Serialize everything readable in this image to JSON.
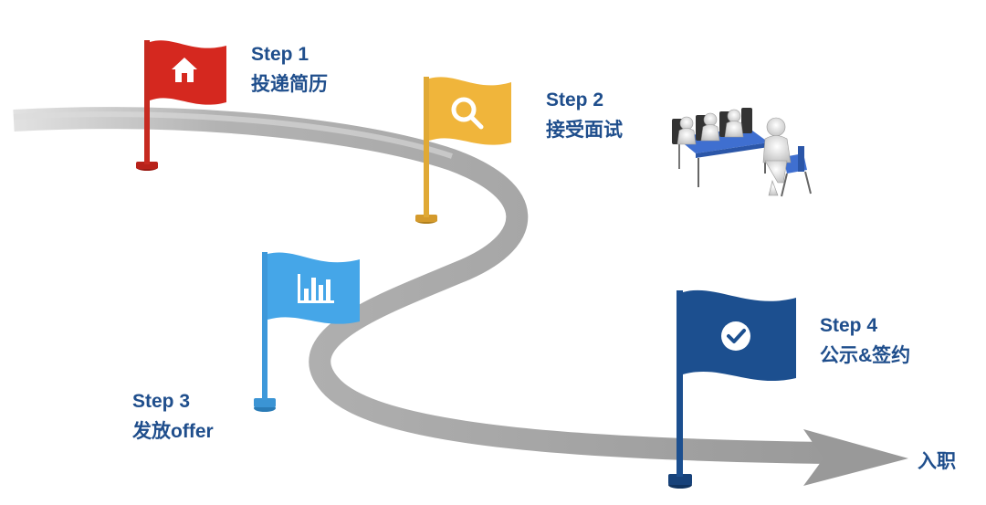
{
  "steps": [
    {
      "step": "Step 1",
      "title": "投递简历",
      "color": "#d5281f",
      "icon": "home-icon"
    },
    {
      "step": "Step 2",
      "title": "接受面试",
      "color": "#f0b53b",
      "icon": "search-icon"
    },
    {
      "step": "Step 3",
      "title": "发放offer",
      "color": "#45a6e8",
      "icon": "bar-chart-icon"
    },
    {
      "step": "Step 4",
      "title": "公示&签约",
      "color": "#1c4f8f",
      "icon": "check-circle-icon"
    }
  ],
  "end_label": "入职",
  "colors": {
    "road": "#a4a4a4",
    "road_light": "#c9c9c9",
    "text": "#1f4e8c"
  },
  "illustration": "interview-meeting-illustration"
}
